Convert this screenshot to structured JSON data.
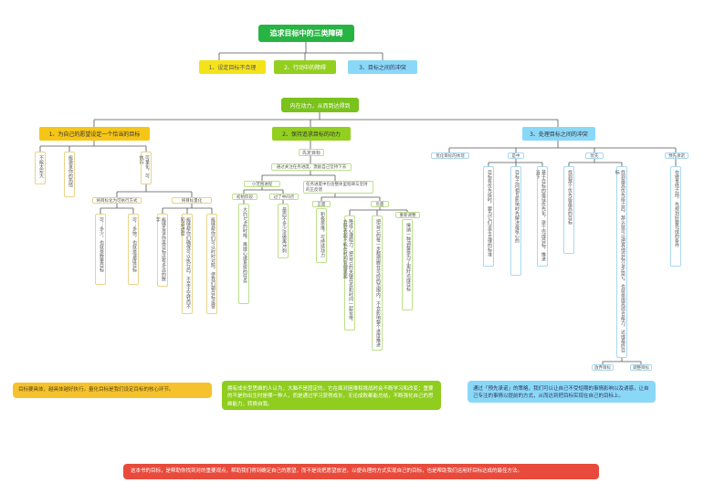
{
  "title": "追求目标中的三类障碍",
  "reasons": [
    "1、设定目标不合理",
    "2、行动中的障碍",
    "3、目标之间的冲突"
  ],
  "core": "内在动力，从而到达得到",
  "solutions": [
    "1、为自己的愿望设定一个恰当的目标",
    "2、保持追求目标的动力",
    "3、处理目标之间的冲突"
  ],
  "branch1": {
    "leaves": [
      "不能太宏大",
      "能激发你的热情",
      "可量化，可执行"
    ],
    "sub_a": "将目标化为可执行方式",
    "sub_a_leaves": [
      "可：多少，也就是数量目标",
      "可：多快，也就是速度目标"
    ],
    "sub_b": "将目标量化",
    "sub_b_leaves": [
      "能够告诉你离目标还有多远的数字",
      "能够帮你们确保可以执行后，不至于空转而不知道进度",
      "能够帮你们可以时时对照，使我们朝目标运营"
    ]
  },
  "branch2": {
    "top": "先定目标",
    "mid": "通过关注任务进度，激励自己坚持下去",
    "left_group": "小范围进程",
    "left_a": "初始阶段",
    "left_a_leaf": "大约1/4的时候，再提心绪系统的任务",
    "left_b": "过了中间点",
    "left_b_leaf": "最后不多少没做再冲刺",
    "right_group": "任务进度中包含整体里程碑与坚持的正反馈",
    "right_a": "正面",
    "right_a_leaf": "积极思维，可持续动力",
    "right_b": "负面",
    "right_b1": "",
    "right_b1_leaf": "降低心理阻力，把自己的关键任务和时间一起安排，去除表面不能在时间管理里面",
    "right_b2_leaf": "把自己的每一步都把握在可控的范围内，不会影响整个进度推进",
    "right_b3": "重新调整",
    "right_b3_leaf": "接纳一种调整是为了更好达成目标"
  },
  "branch3": {
    "group_a": "优化目标的体现",
    "group_a_leaves": [
      "目标有优先级时，要为它们设定合理的标准",
      "目标之间相互影响时先解决最核心的",
      "基于目标的最佳优先化，逐个完成目标，推进当下"
    ],
    "group_a_head": "是中",
    "group_b": "优先",
    "group_b_leaves": [
      "找到那个优先级最高的目标",
      "找到最高优先级之后，那么就可以把其他目标让步给它，也就是提高综合能力，达成最终目标"
    ],
    "group_b_tags": [
      "放弃目标",
      "调整目标"
    ],
    "group_c": "预先承诺",
    "group_c_leaf": "在做事情之前，先规划好要完成的条件"
  },
  "summaries": [
    "目标要具体，越具体越好执行。量化目标是我们设定目标的核心环节。",
    "拥有成长型思维的人认为，大脑不是固定的，它在面对困难和挑战时会不断学习和改变；重要的不是你出生时是哪一种人，而是通过学习获得成长，无论成败都能总结，不断强化自己的思维能力，转换自我。",
    "通过「预先承诺」的策略，我们可以让自己不受短期的事情影响以及诱惑，让自己专注的事情以提前的方式，从而达到把目标实现在自己的目标上。"
  ],
  "footer": "这本书的目标，是帮助你找到对的重要观点，帮助我们得到确定自己的愿望，而不是说把愿望放进，以便合理的方式实现自己的目标，也是帮助我们运用好目标达成的最佳方法。",
  "colors": {
    "green": "#27b443",
    "yellow": "#f5c518",
    "lime": "#7ac21c",
    "blue": "#56c8f5",
    "orange": "#f5b82e",
    "red": "#e84b3c"
  }
}
